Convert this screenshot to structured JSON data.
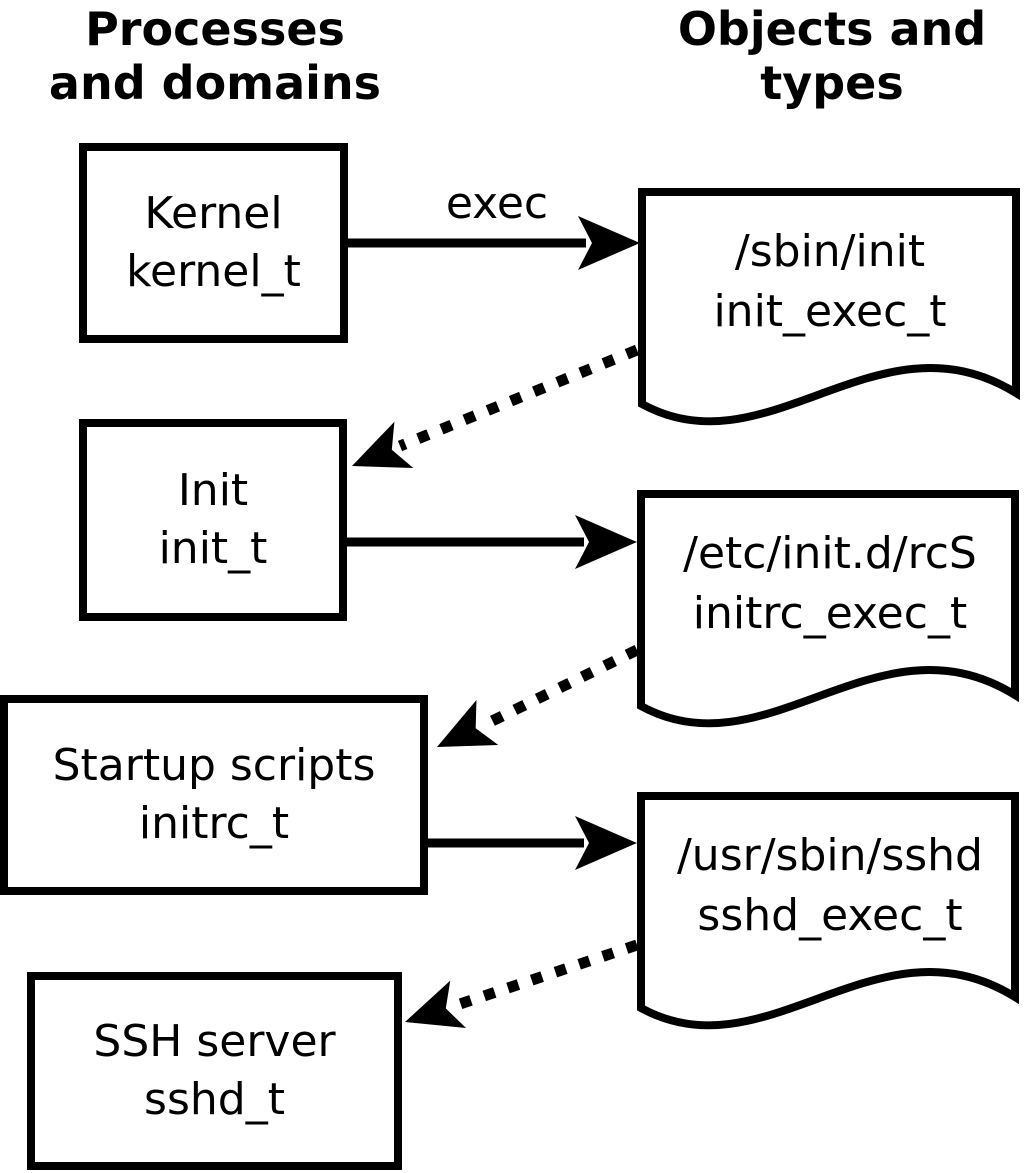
{
  "headings": {
    "left": {
      "line1": "Processes",
      "line2": "and domains"
    },
    "right": {
      "line1": "Objects and",
      "line2": "types"
    }
  },
  "edge_label": "exec",
  "processes": [
    {
      "label": "Kernel",
      "domain": "kernel_t"
    },
    {
      "label": "Init",
      "domain": "init_t"
    },
    {
      "label": "Startup scripts",
      "domain": "initrc_t"
    },
    {
      "label": "SSH server",
      "domain": "sshd_t"
    }
  ],
  "objects": [
    {
      "path": "/sbin/init",
      "type": "init_exec_t"
    },
    {
      "path": "/etc/init.d/rcS",
      "type": "initrc_exec_t"
    },
    {
      "path": "/usr/sbin/sshd",
      "type": "sshd_exec_t"
    }
  ],
  "edges": [
    {
      "from": "kernel_t",
      "to": "init_exec_t",
      "style": "solid",
      "label": "exec"
    },
    {
      "from": "init_exec_t",
      "to": "init_t",
      "style": "dotted",
      "label": ""
    },
    {
      "from": "init_t",
      "to": "initrc_exec_t",
      "style": "solid",
      "label": ""
    },
    {
      "from": "initrc_exec_t",
      "to": "initrc_t",
      "style": "dotted",
      "label": ""
    },
    {
      "from": "initrc_t",
      "to": "sshd_exec_t",
      "style": "solid",
      "label": ""
    },
    {
      "from": "sshd_exec_t",
      "to": "sshd_t",
      "style": "dotted",
      "label": ""
    }
  ],
  "colors": {
    "ink": "#000000",
    "paper": "#ffffff"
  }
}
